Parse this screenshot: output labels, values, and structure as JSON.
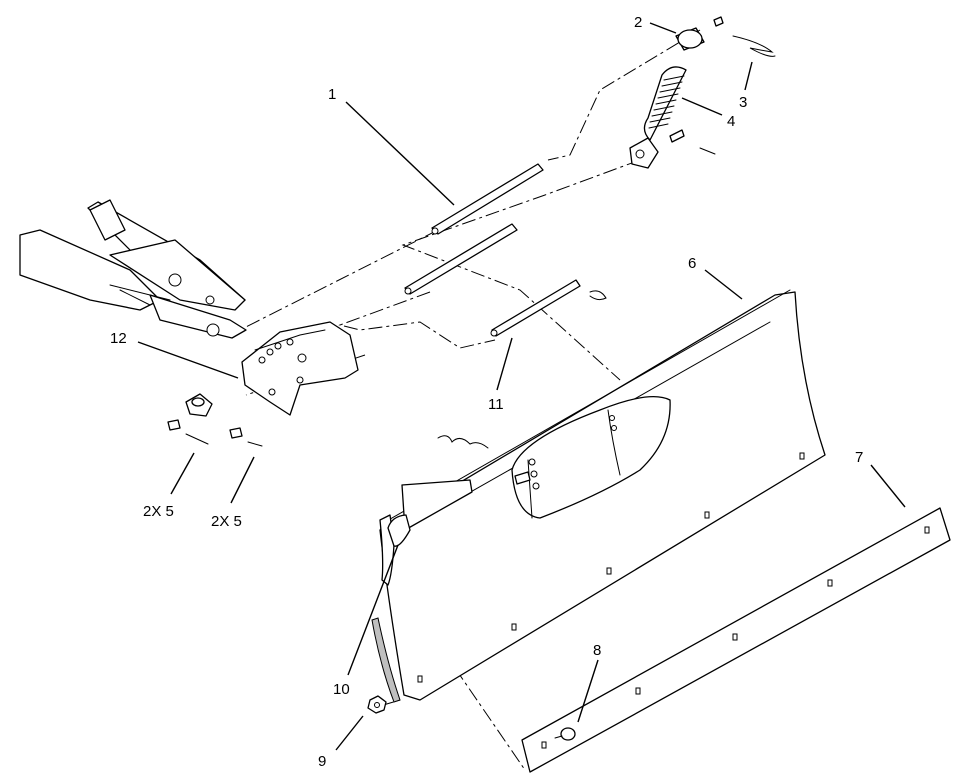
{
  "callouts": {
    "c1": "1",
    "c2": "2",
    "c3": "3",
    "c4": "4",
    "c5a": "2X 5",
    "c5b": "2X 5",
    "c6": "6",
    "c7": "7",
    "c8": "8",
    "c9": "9",
    "c10": "10",
    "c11": "11",
    "c12": "12"
  },
  "colors": {
    "line": "#000000",
    "background": "#ffffff",
    "shade": "#bfbfbf"
  }
}
